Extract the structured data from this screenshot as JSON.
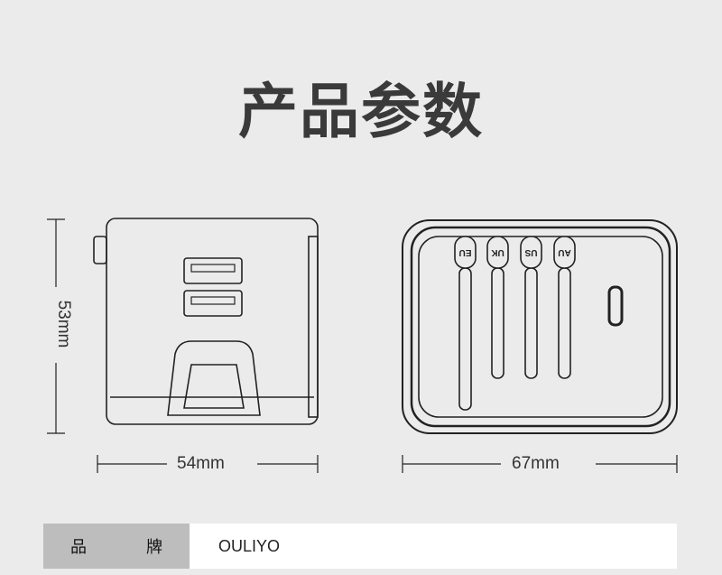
{
  "title": "产品参数",
  "dimensions": {
    "height": "53mm",
    "depth": "54mm",
    "width": "67mm"
  },
  "plug_labels": [
    "EU",
    "UK",
    "US",
    "AU"
  ],
  "specs": [
    {
      "label_chars": [
        "品",
        "牌"
      ],
      "value": "OULIYO"
    }
  ]
}
